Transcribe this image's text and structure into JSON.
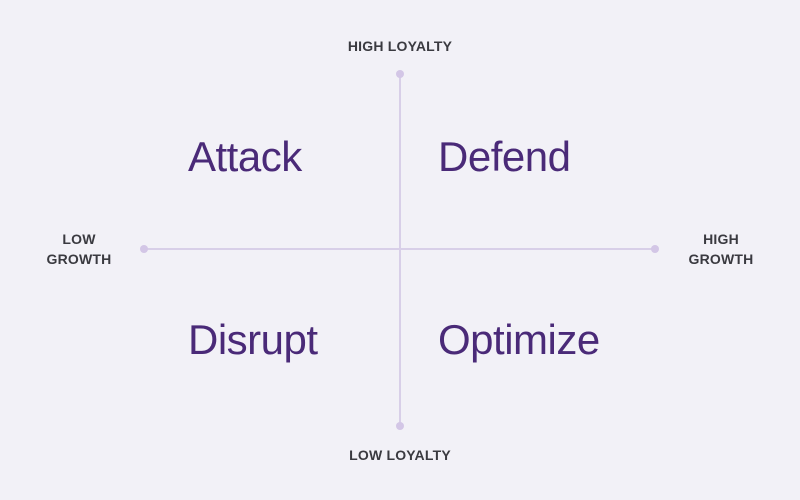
{
  "axes": {
    "top": "HIGH LOYALTY",
    "bottom": "LOW LOYALTY",
    "left_line1": "LOW",
    "left_line2": "GROWTH",
    "right_line1": "HIGH",
    "right_line2": "GROWTH"
  },
  "quadrants": {
    "top_left": "Attack",
    "top_right": "Defend",
    "bottom_left": "Disrupt",
    "bottom_right": "Optimize"
  },
  "colors": {
    "background": "#f2f1f7",
    "axis": "#d8cfe8",
    "quadrant_text": "#4a2a78",
    "axis_label_text": "#3a3a40"
  }
}
